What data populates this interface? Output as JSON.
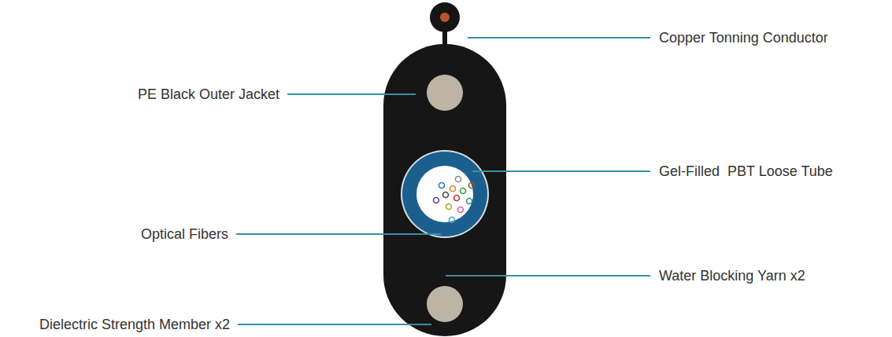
{
  "diagram": {
    "labels": [
      "Copper Tonning Conductor",
      "PE Black Outer Jacket",
      "Gel-Filled  PBT Loose Tube",
      "Optical Fibers",
      "Water Blocking Yarn x2",
      "Dielectric Strength Member x2"
    ]
  }
}
